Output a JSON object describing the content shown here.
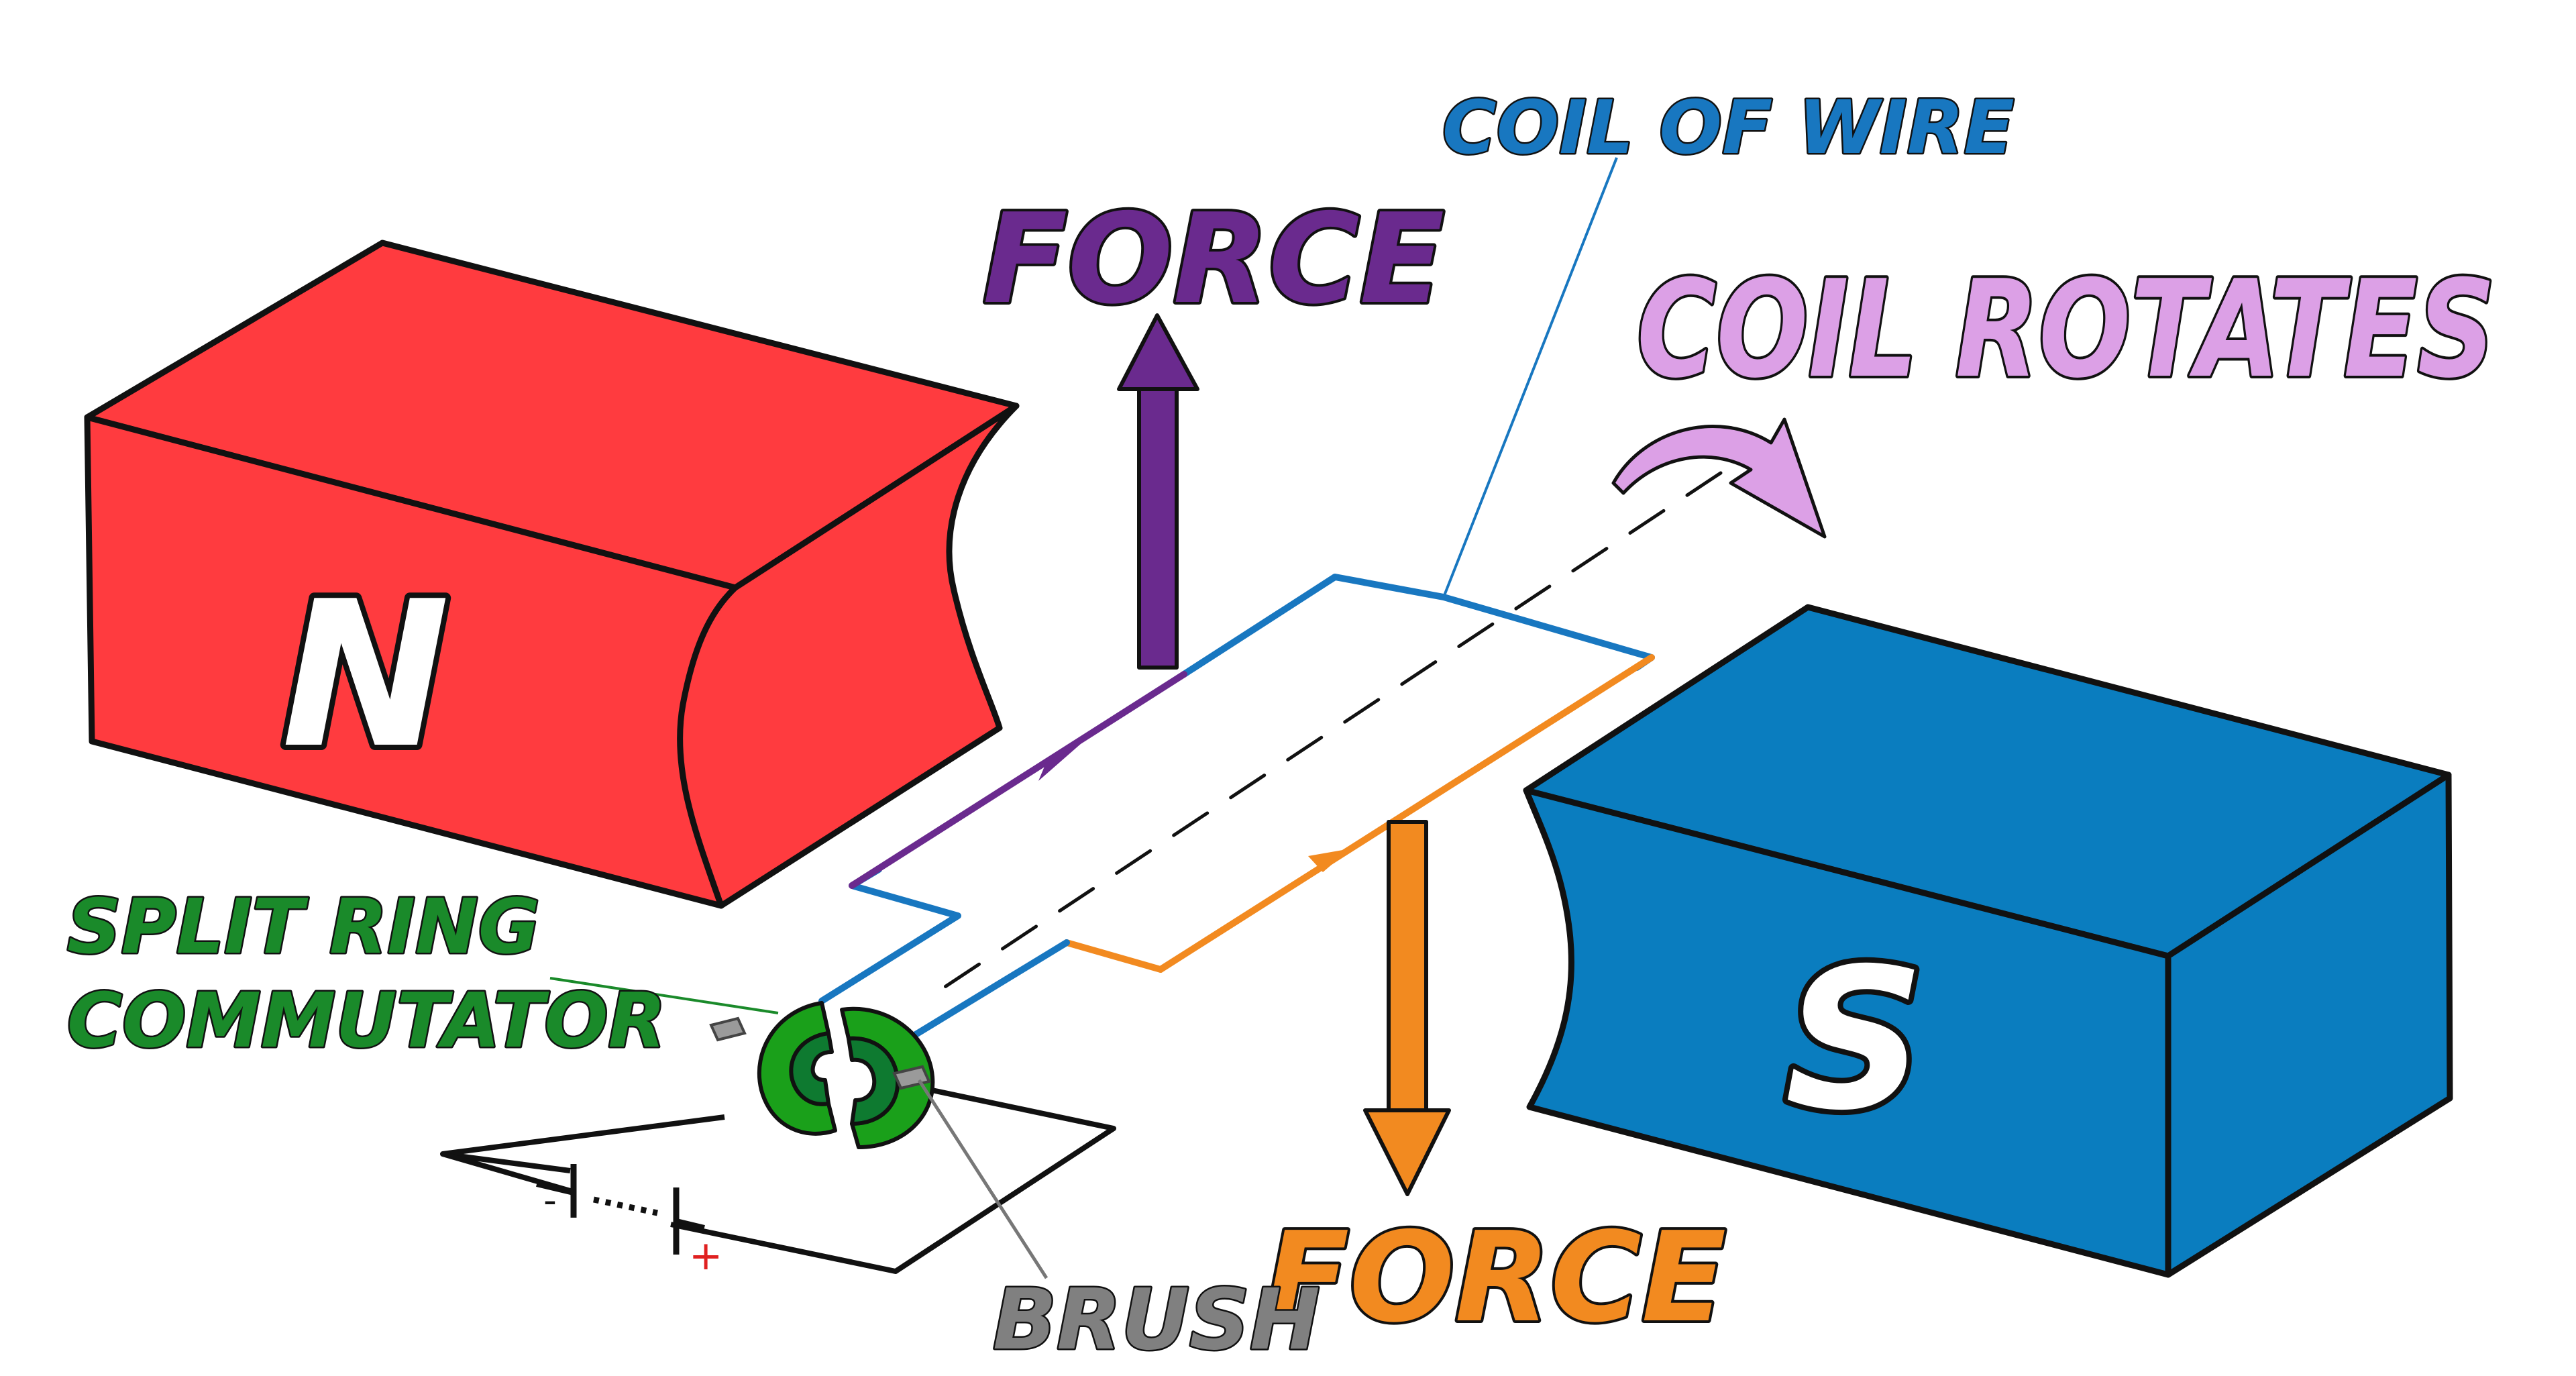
{
  "labels": {
    "force_top": "FORCE",
    "force_bottom": "FORCE",
    "coil_of_wire": "COIL OF WIRE",
    "coil_rotates": "COIL ROTATES",
    "split_ring_line1": "SPLIT RING",
    "split_ring_line2": "COMMUTATOR",
    "brush": "BRUSH",
    "north": "N",
    "south": "S",
    "battery_minus": "-",
    "battery_plus": "+"
  },
  "colors": {
    "north_magnet": "#ff3b3f",
    "south_magnet": "#0a7dbf",
    "force_top": "#6a2a8e",
    "force_bottom": "#f28a20",
    "coil_of_wire": "#1877c0",
    "coil_rotates": "#dca0e6",
    "commutator": "#1aa01a",
    "brush": "#808080",
    "outline": "#111111"
  }
}
